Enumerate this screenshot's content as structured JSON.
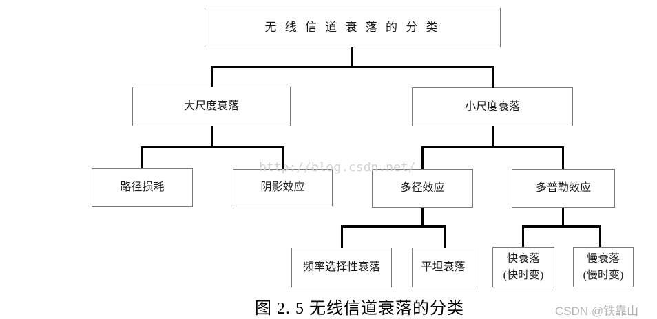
{
  "diagram": {
    "title_node": "无 线 信 道 衰 落 的 分 类",
    "nodes": {
      "large_scale": "大尺度衰落",
      "small_scale": "小尺度衰落",
      "path_loss": "路径损耗",
      "shadowing": "阴影效应",
      "multipath": "多径效应",
      "doppler": "多普勒效应",
      "freq_selective": "频率选择性衰落",
      "flat": "平坦衰落",
      "fast": "快衰落\n(快时变)",
      "slow": "慢衰落\n(慢时变)"
    },
    "caption": "图 2. 5 无线信道衰落的分类"
  },
  "watermark": "http://blog.csdn.net/",
  "attribution": "CSDN @铁靠山",
  "colors": {
    "background": "#ffffff",
    "box_border": "#7a7a7a",
    "connector": "#000000",
    "watermark_text": "#d3d3d3",
    "attribution_text": "#b5b5b5"
  }
}
